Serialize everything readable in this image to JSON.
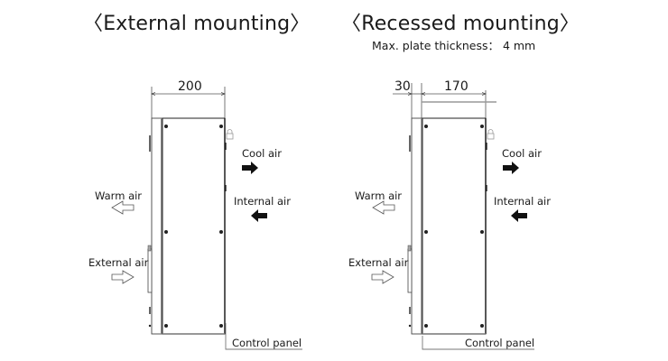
{
  "diagrams": [
    {
      "title": "〈External mounting〉",
      "dimensions": {
        "total": "200"
      },
      "labels": {
        "cool_air": "Cool air",
        "internal_air": "Internal air",
        "warm_air": "Warm air",
        "external_air": "External air",
        "control_panel": "Control panel"
      }
    },
    {
      "title": "〈Recessed mounting〉",
      "subtitle": "Max. plate thickness： 4 mm",
      "dimensions": {
        "inner": "30",
        "outer": "170"
      },
      "labels": {
        "cool_air": "Cool air",
        "internal_air": "Internal air",
        "warm_air": "Warm air",
        "external_air": "External air",
        "control_panel": "Control panel"
      }
    }
  ]
}
